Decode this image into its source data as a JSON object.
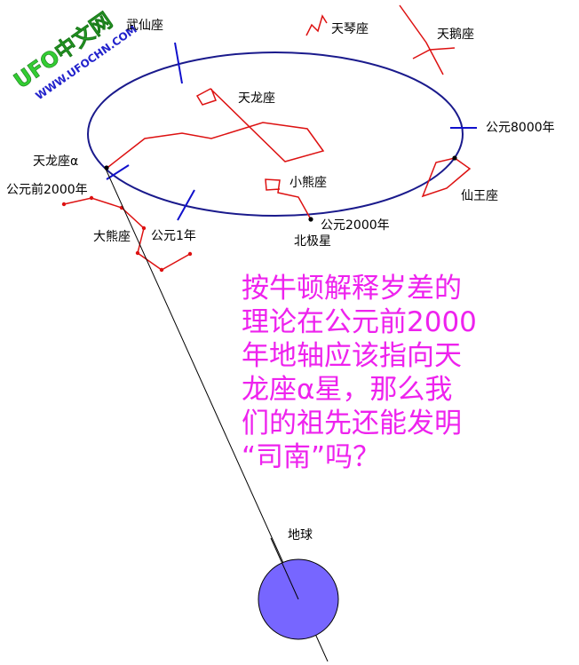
{
  "watermark": {
    "line1": "UFO中文网",
    "line2": "WWW.UFOCHN.COM"
  },
  "labels": {
    "hercules": "武仙座",
    "lyra": "天琴座",
    "cygnus": "天鹅座",
    "draco": "天龙座",
    "ad8000": "公元8000年",
    "thuban": "天龙座α",
    "bc2000": "公元前2000年",
    "ursa_minor": "小熊座",
    "cepheus": "仙王座",
    "ursa_major": "大熊座",
    "ad1": "公元1年",
    "ad2000": "公元2000年",
    "polaris": "北极星",
    "earth": "地球"
  },
  "caption": [
    "按牛顿解释岁差的",
    "理论在公元前2000",
    "年地轴应该指向天",
    "龙座α星，那么我",
    "们的祖先还能发明",
    "“司南”吗？"
  ],
  "colors": {
    "orbit": "#1a1a8c",
    "tick": "#1010cc",
    "constellation": "#dd1111",
    "caption": "#ee22ee",
    "earth": "#7766ff",
    "watermark_main": "#33cc33",
    "watermark_sub": "#2222cc"
  }
}
